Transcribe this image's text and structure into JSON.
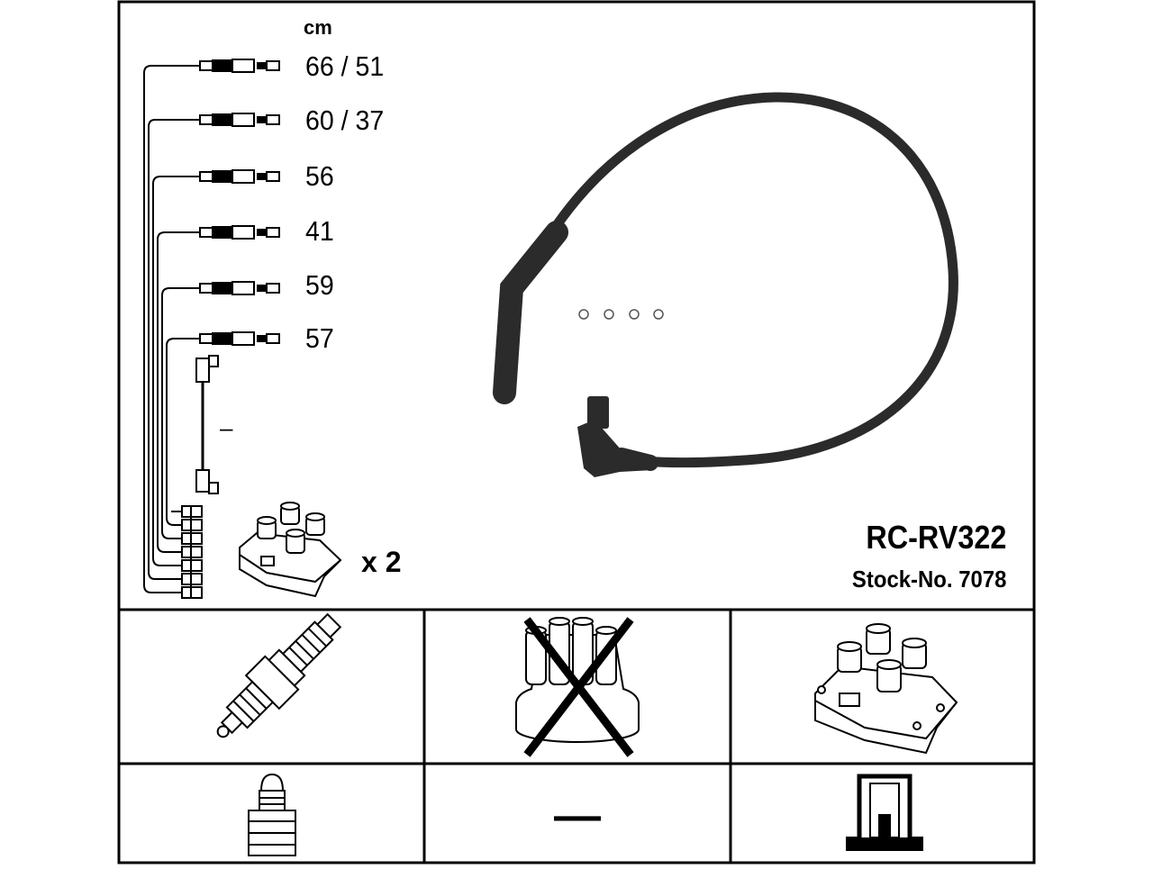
{
  "diagram": {
    "unit_label": "cm",
    "cable_lengths": [
      "66 / 51",
      "60 / 37",
      "56",
      "41",
      "59",
      "57"
    ],
    "extra_cable_label": "–",
    "coil_quantity": "x 2",
    "model": "RC-RV322",
    "stock_number": "Stock-No. 7078"
  },
  "compatibility": {
    "spark_plug": {
      "icon": "spark-plug-icon",
      "applicable": true
    },
    "distributor_cap": {
      "icon": "distributor-cap-icon",
      "applicable": false
    },
    "ignition_coil": {
      "icon": "ignition-coil-icon",
      "applicable": true
    },
    "plug_connector": {
      "icon": "plug-connector-icon",
      "applicable": true
    },
    "distributor_connector": {
      "icon": "dash-icon",
      "label": "—",
      "applicable": false
    },
    "coil_connector": {
      "icon": "coil-connector-icon",
      "applicable": true
    }
  },
  "colors": {
    "line": "#000000",
    "background": "#ffffff",
    "cable": "#2b2b2b"
  }
}
